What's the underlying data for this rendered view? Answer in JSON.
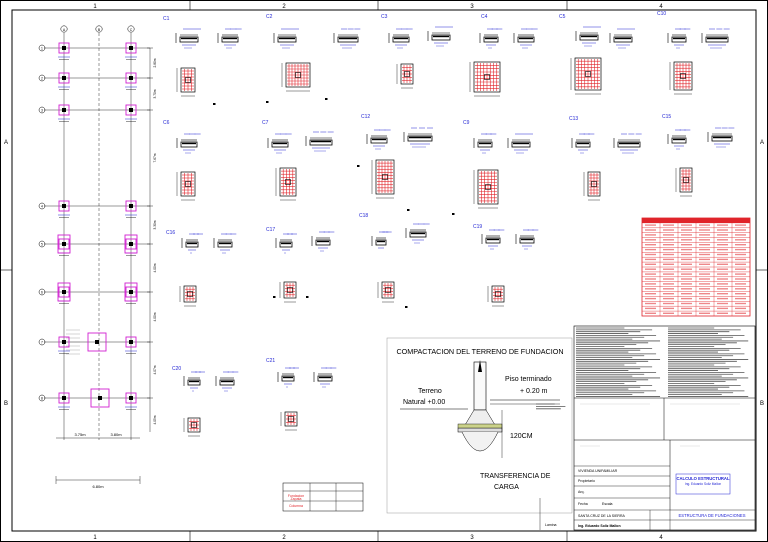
{
  "grid": {
    "columns": [
      "1",
      "2",
      "3",
      "4"
    ],
    "rows": [
      "A",
      "B"
    ]
  },
  "plan": {
    "axis_bubbles": [
      "A",
      "B",
      "C"
    ],
    "row_bubbles": [
      "1",
      "2",
      "3",
      "4",
      "5",
      "6",
      "7",
      "8"
    ],
    "dims_bottom": [
      "3.75m",
      "3.80m"
    ],
    "dim_total": "6.80m",
    "dims_right": [
      "2.80m",
      "3.70m",
      "7.67m",
      "3.30m",
      "4.00m",
      "4.00m",
      "4.07m",
      "4.05m"
    ]
  },
  "sections": {
    "c1": "C1",
    "c2": "C2",
    "c3": "C3",
    "c4": "C4",
    "c5": "C5",
    "c10": "C10",
    "c6": "C6",
    "c7": "C7",
    "c12": "C12",
    "c9": "C9",
    "c13": "C13",
    "c15": "C15",
    "c16": "C16",
    "c17": "C17",
    "c18": "C18",
    "c19": "C19",
    "c20": "C20",
    "c21": "C21"
  },
  "compaction": {
    "title": "COMPACTACION DEL TERRENO DE FUNDACION",
    "piso": "Piso terminado",
    "piso_level": "+ 0.20 m",
    "terreno": "Terreno",
    "natural": "Natural +0.00",
    "depth": "120CM",
    "transfer1": "TRANSFERENCIA DE",
    "transfer2": "CARGA"
  },
  "title_block": {
    "location": "SANTA CRUZ DE LA SIERRA",
    "engineer": "Ing. Eduardo Soliz Mallon",
    "sheet_title": "ESTRUCTURA DE FUNDACIONES",
    "calc_title": "CALCULO ESTRUCTURAL",
    "calc_name": "Ing. Eduardo Soliz Mallon",
    "project": "VIVIENDA UNIFAMILIAR",
    "label_owner": "Propietario",
    "label_arch": "Arq.",
    "label_date": "Fecha",
    "label_scale": "Escala",
    "label_sheet": "Lamina"
  },
  "legend": {
    "rows": [
      "Fundacion",
      "Zapata",
      "Columna"
    ]
  },
  "colors": {
    "red": "#e0242a",
    "magenta": "#d21fd2",
    "blue": "#2326d4",
    "black": "#000000"
  }
}
